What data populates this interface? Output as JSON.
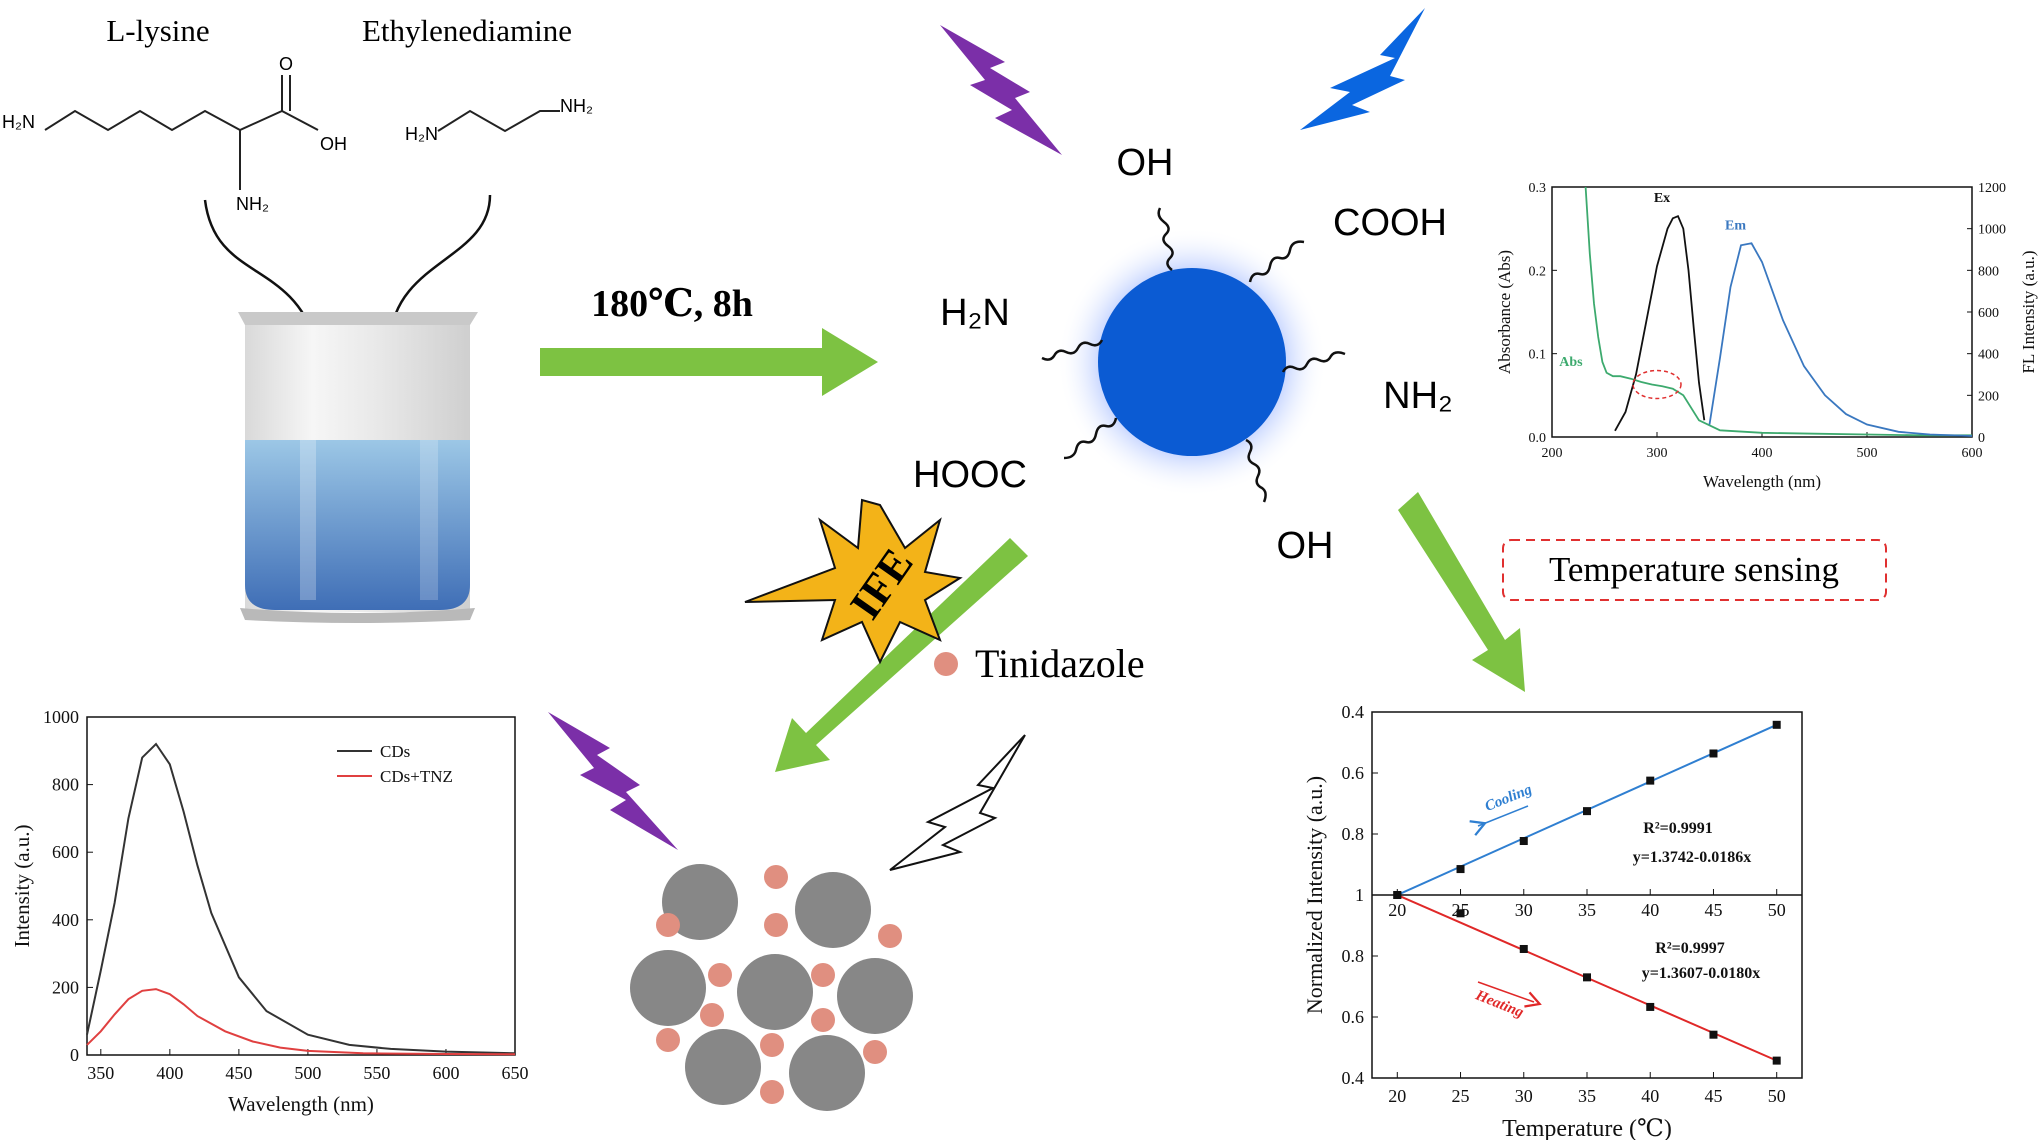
{
  "reagents": {
    "lysine": "L-lysine",
    "ethylenediamine": "Ethylenediamine",
    "lysine_nh2_left": "H₂N",
    "lysine_nh2_bottom": "NH₂",
    "lysine_o": "O",
    "lysine_oh": "OH",
    "eda_h2n": "H₂N",
    "eda_nh2": "NH₂"
  },
  "synthesis": {
    "condition": "180℃, 8h"
  },
  "carbon_dot": {
    "groups": [
      "OH",
      "COOH",
      "H₂N",
      "NH₂",
      "HOOC",
      "OH"
    ]
  },
  "quench": {
    "mechanism": "IFE",
    "analyte": "Tinidazole"
  },
  "sensing": {
    "label": "Temperature sensing"
  },
  "colors": {
    "arrow_green": "#7dc242",
    "dot_blue": "#0b5bd3",
    "glow": "#9fb8ff",
    "bolt_purple": "#7b2fa8",
    "bolt_blue": "#0a66e0",
    "beaker_liquid": "#5b86c4",
    "gray_particle": "#878787",
    "pink_particle": "#e08f80",
    "ife_star": "#f3b318",
    "abs_green": "#3daa6e",
    "em_blue": "#3a78c0",
    "cooling_blue": "#2f7fd1",
    "heating_red": "#e02828",
    "cds_black": "#333333",
    "cds_tnz_red": "#e04040",
    "dashed_red": "#e03030"
  },
  "chart_data": [
    {
      "type": "line",
      "xlabel": "Wavelength (nm)",
      "ylabel": "Absorbance (Abs)",
      "y2label": "FL Intensity (a.u.)",
      "xlim": [
        200,
        600
      ],
      "ylim": [
        0,
        0.3
      ],
      "y2lim": [
        0,
        1200
      ],
      "xticks": [
        200,
        300,
        400,
        500,
        600
      ],
      "yticks": [
        0.0,
        0.1,
        0.2,
        0.3
      ],
      "y2ticks": [
        0,
        200,
        400,
        600,
        800,
        1000,
        1200
      ],
      "series": [
        {
          "name": "Abs",
          "axis": "y",
          "x": [
            232,
            236,
            240,
            244,
            248,
            252,
            258,
            265,
            275,
            285,
            295,
            305,
            315,
            325,
            340,
            360,
            400,
            450,
            500,
            550,
            600
          ],
          "y": [
            0.3,
            0.22,
            0.16,
            0.12,
            0.09,
            0.077,
            0.073,
            0.073,
            0.07,
            0.066,
            0.063,
            0.061,
            0.058,
            0.05,
            0.02,
            0.008,
            0.005,
            0.004,
            0.003,
            0.002,
            0.002
          ]
        },
        {
          "name": "Ex",
          "axis": "y2",
          "x": [
            260,
            270,
            280,
            290,
            300,
            310,
            315,
            320,
            325,
            330,
            335,
            340,
            345
          ],
          "y": [
            30,
            120,
            300,
            560,
            820,
            1000,
            1050,
            1060,
            1000,
            800,
            520,
            260,
            80
          ]
        },
        {
          "name": "Em",
          "axis": "y2",
          "x": [
            350,
            360,
            370,
            380,
            390,
            400,
            410,
            420,
            440,
            460,
            480,
            500,
            530,
            560,
            600
          ],
          "y": [
            60,
            380,
            720,
            920,
            930,
            840,
            700,
            560,
            340,
            200,
            110,
            60,
            25,
            12,
            5
          ]
        }
      ]
    },
    {
      "type": "line",
      "xlabel": "Wavelength (nm)",
      "ylabel": "Intensity (a.u.)",
      "xlim": [
        340,
        650
      ],
      "ylim": [
        0,
        1000
      ],
      "xticks": [
        350,
        400,
        450,
        500,
        550,
        600,
        650
      ],
      "yticks": [
        0,
        200,
        400,
        600,
        800,
        1000
      ],
      "legend": "top-right",
      "series": [
        {
          "name": "CDs",
          "x": [
            340,
            350,
            360,
            370,
            380,
            390,
            400,
            410,
            420,
            430,
            450,
            470,
            500,
            530,
            560,
            600,
            650
          ],
          "y": [
            60,
            250,
            450,
            700,
            880,
            920,
            860,
            720,
            560,
            420,
            230,
            130,
            60,
            30,
            18,
            10,
            5
          ]
        },
        {
          "name": "CDs+TNZ",
          "x": [
            340,
            350,
            360,
            370,
            380,
            390,
            400,
            410,
            420,
            440,
            460,
            480,
            500,
            540,
            600,
            650
          ],
          "y": [
            30,
            70,
            120,
            165,
            190,
            195,
            180,
            150,
            115,
            70,
            40,
            22,
            12,
            5,
            3,
            2
          ]
        }
      ]
    },
    {
      "type": "scatter",
      "xlabel": "Temperature (℃)",
      "ylabel": "Normalized Intensity (a.u.)",
      "xlim": [
        18,
        52
      ],
      "xticks": [
        20,
        25,
        30,
        35,
        40,
        45,
        50
      ],
      "top_panel": {
        "ylim": [
          0.4,
          1.0
        ],
        "inverted": true,
        "yticks": [
          0.4,
          0.6,
          0.8,
          1.0
        ],
        "label": "Cooling",
        "r2": "R²=0.9991",
        "equation": "y=1.3742-0.0186x",
        "x": [
          20,
          25,
          30,
          35,
          40,
          45,
          50
        ],
        "y": [
          1.0,
          0.915,
          0.823,
          0.725,
          0.625,
          0.536,
          0.442
        ]
      },
      "bottom_panel": {
        "ylim": [
          0.4,
          1.0
        ],
        "yticks": [
          0.4,
          0.6,
          0.8,
          1.0
        ],
        "label": "Heating",
        "r2": "R²=0.9997",
        "equation": "y=1.3607-0.0180x",
        "x": [
          20,
          25,
          30,
          35,
          40,
          45,
          50
        ],
        "y": [
          1.0,
          0.94,
          0.823,
          0.73,
          0.633,
          0.542,
          0.457
        ]
      }
    }
  ]
}
